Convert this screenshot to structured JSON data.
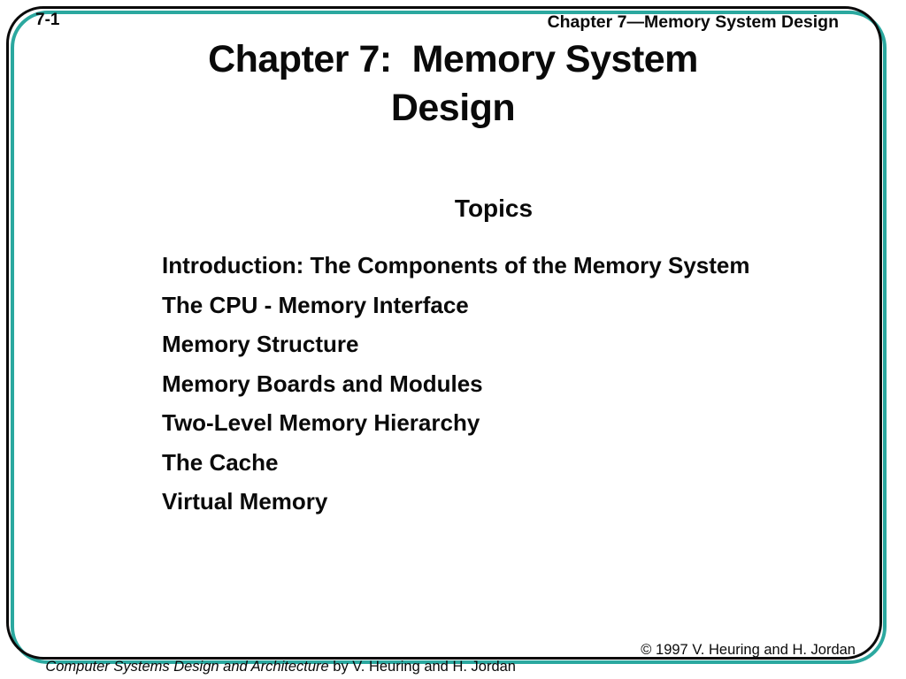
{
  "slide": {
    "page_label": "7-1",
    "header_right": "Chapter 7—Memory System Design",
    "title_lines": [
      "Chapter 7:  Memory System",
      "Design"
    ],
    "topics_heading": "Topics",
    "topics": [
      "Introduction: The Components of the Memory System",
      "The CPU - Memory Interface",
      "Memory Structure",
      "Memory Boards and Modules",
      "Two-Level Memory Hierarchy",
      "The Cache",
      "Virtual Memory"
    ],
    "footer": {
      "left_italic": "Computer Systems Design and Architecture",
      "left_rest": " by V. Heuring and H. Jordan",
      "right": "© 1997 V. Heuring and H. Jordan"
    },
    "colors": {
      "accent_teal": "#2BA89F",
      "border_black": "#0a0a0a",
      "background": "#ffffff",
      "text": "#0a0a0a"
    }
  }
}
